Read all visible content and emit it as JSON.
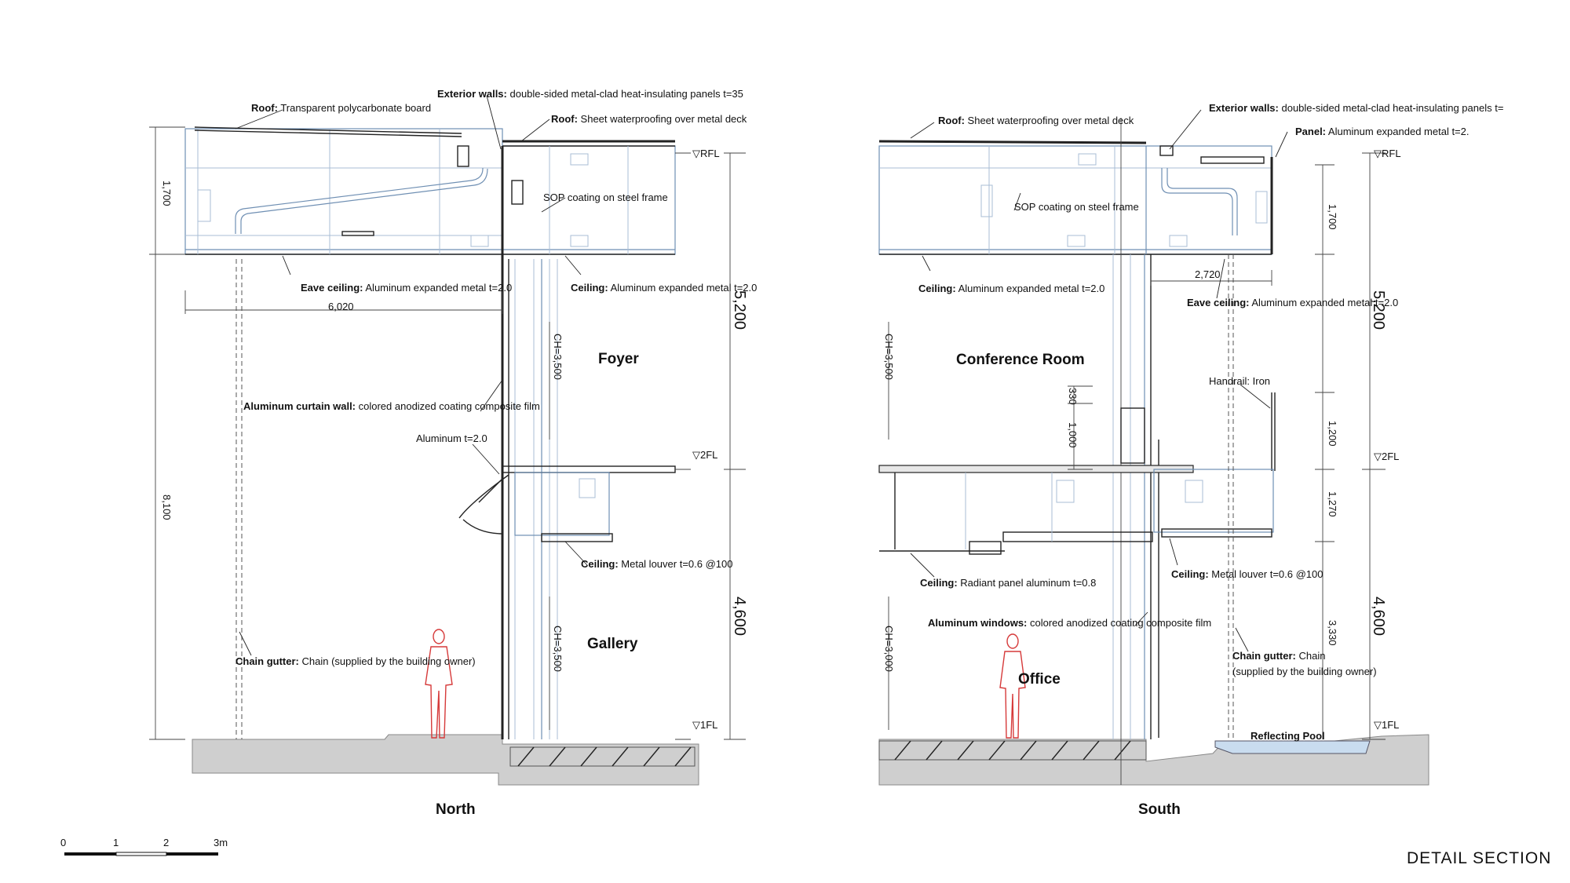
{
  "title": "DETAIL SECTION",
  "scale_bar": {
    "ticks": [
      "0",
      "1",
      "2",
      "3m"
    ]
  },
  "north": {
    "caption": "North",
    "rooms": {
      "foyer": "Foyer",
      "gallery": "Gallery"
    },
    "levels": {
      "rfl": "▽RFL",
      "fl2": "▽2FL",
      "fl1": "▽1FL"
    },
    "dims": {
      "roof_h": "1,700",
      "total_h": "8,100",
      "eave": "6,020",
      "upper": "5,200",
      "lower": "4,600",
      "ch_foyer": "CH=3,500",
      "ch_gallery": "CH=3,500"
    },
    "labels": {
      "roof_tp": {
        "bold": "Roof:",
        "text": " Transparent polycarbonate board"
      },
      "ext_walls": {
        "bold": "Exterior walls:",
        "text": " double-sided metal-clad heat-insulating panels t=35"
      },
      "roof_sheet": {
        "bold": "Roof:",
        "text": " Sheet waterproofing over metal deck"
      },
      "sop": {
        "bold": "",
        "text": "SOP coating on steel frame"
      },
      "eave_ceiling": {
        "bold": "Eave ceiling:",
        "text": " Aluminum expanded metal t=2.0"
      },
      "ceiling_em": {
        "bold": "Ceiling:",
        "text": " Aluminum expanded metal t=2.0"
      },
      "curtain_wall": {
        "bold": "Aluminum curtain wall:",
        "text": " colored anodized coating composite film"
      },
      "aluminum": {
        "bold": "",
        "text": "Aluminum t=2.0"
      },
      "ceiling_louver": {
        "bold": "Ceiling:",
        "text": " Metal louver t=0.6 @100"
      },
      "chain_gutter": {
        "bold": "Chain gutter:",
        "text": " Chain (supplied by the building owner)"
      }
    }
  },
  "south": {
    "caption": "South",
    "rooms": {
      "conference": "Conference Room",
      "office": "Office",
      "pool": "Reflecting Pool"
    },
    "levels": {
      "rfl": "▽RFL",
      "fl2": "▽2FL",
      "fl1": "▽1FL"
    },
    "dims": {
      "roof_h": "1,700",
      "eave": "2,720",
      "upper": "5,200",
      "lower": "4,600",
      "ch_conf": "CH=3,500",
      "ch_office": "CH=3,000",
      "d330": "330",
      "d1000": "1,000",
      "d1200": "1,200",
      "d1270": "1,270",
      "d3330": "3,330"
    },
    "labels": {
      "roof_sheet": {
        "bold": "Roof:",
        "text": " Sheet waterproofing over metal deck"
      },
      "ext_walls": {
        "bold": "Exterior walls:",
        "text": " double-sided metal-clad heat-insulating panels t="
      },
      "panel": {
        "bold": "Panel:",
        "text": " Aluminum expanded metal t=2."
      },
      "sop": {
        "bold": "",
        "text": "SOP coating on steel frame"
      },
      "ceiling_em": {
        "bold": "Ceiling:",
        "text": " Aluminum expanded metal t=2.0"
      },
      "eave_ceiling": {
        "bold": "Eave ceiling:",
        "text": " Aluminum expanded metal t=2.0"
      },
      "handrail": {
        "bold": "",
        "text": "Handrail: Iron"
      },
      "ceiling_radiant": {
        "bold": "Ceiling:",
        "text": " Radiant panel aluminum t=0.8"
      },
      "ceiling_louver": {
        "bold": "Ceiling:",
        "text": " Metal louver t=0.6 @100"
      },
      "windows": {
        "bold": "Aluminum windows:",
        "text": " colored anodized coating composite film"
      },
      "chain_gutter_1": {
        "bold": "Chain gutter:",
        "text": " Chain"
      },
      "chain_gutter_2": {
        "bold": "",
        "text": "(supplied by the building owner)"
      }
    }
  }
}
